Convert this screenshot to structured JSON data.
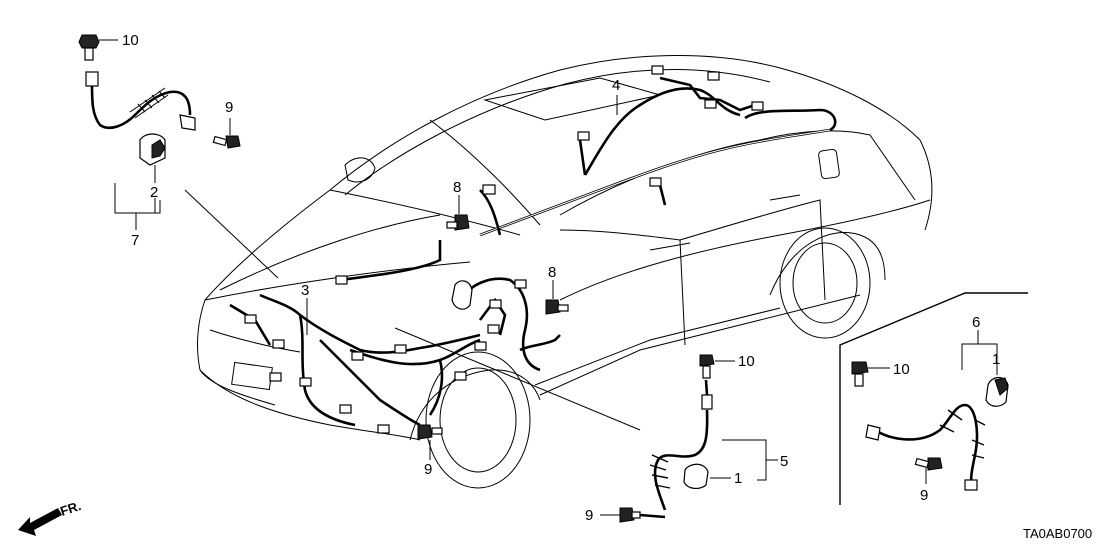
{
  "callouts": [
    {
      "id": "c10a",
      "label": "10"
    },
    {
      "id": "c9a",
      "label": "9"
    },
    {
      "id": "c2",
      "label": "2"
    },
    {
      "id": "c7",
      "label": "7"
    },
    {
      "id": "c4",
      "label": "4"
    },
    {
      "id": "c8a",
      "label": "8"
    },
    {
      "id": "c3",
      "label": "3"
    },
    {
      "id": "c8b",
      "label": "8"
    },
    {
      "id": "c10b",
      "label": "10"
    },
    {
      "id": "c9b",
      "label": "9"
    },
    {
      "id": "c5",
      "label": "5"
    },
    {
      "id": "c1a",
      "label": "1"
    },
    {
      "id": "c9c",
      "label": "9"
    },
    {
      "id": "c6",
      "label": "6"
    },
    {
      "id": "c1b",
      "label": "1"
    },
    {
      "id": "c10c",
      "label": "10"
    },
    {
      "id": "c9d",
      "label": "9"
    }
  ],
  "direction_label": "FR.",
  "diagram_code": "TA0AB0700"
}
